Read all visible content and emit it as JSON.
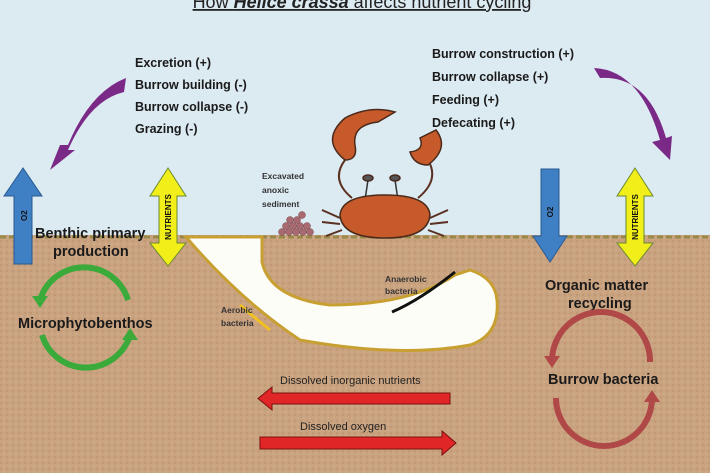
{
  "title": {
    "prefix": "How ",
    "species": "Helice crassa",
    "suffix": " affects nutrient cycling"
  },
  "left_effects": [
    "Excretion (+)",
    "Burrow building  (-)",
    "Burrow collapse (-)",
    "Grazing (-)"
  ],
  "right_effects": [
    "Burrow construction (+)",
    "Burrow collapse (+)",
    "Feeding (+)",
    "Defecating (+)"
  ],
  "arrow_labels": {
    "o2": "O2",
    "nutrients": "NUTRIENTS"
  },
  "left_zone": {
    "line1": "Benthic primary",
    "line2": "production",
    "cycle_label": "Microphytobenthos"
  },
  "right_zone": {
    "line1": "Organic matter",
    "line2": "recycling",
    "cycle_label": "Burrow bacteria"
  },
  "burrow": {
    "excavated": [
      "Excavated",
      "anoxic",
      "sediment"
    ],
    "anaerobic": [
      "Anaerobic",
      "bacteria"
    ],
    "aerobic": [
      "Aerobic",
      "bacteria"
    ]
  },
  "fluxes": {
    "nutrients": "Dissolved inorganic nutrients",
    "oxygen": "Dissolved oxygen"
  },
  "colors": {
    "sky": "#dceaf2",
    "sediment": "#c9a27f",
    "o2": "#3f7fc4",
    "nutrients": "#f2ee1a",
    "purple": "#7a2a86",
    "green": "#3aaa3a",
    "red_cycle": "#b04848",
    "flux": "#e02626"
  }
}
